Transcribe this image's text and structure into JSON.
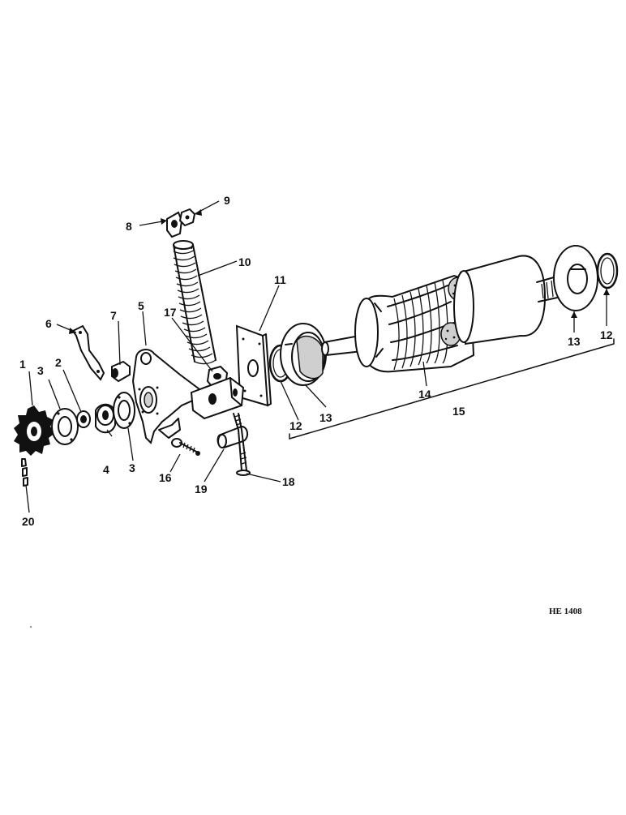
{
  "figure_code": "HE 1408",
  "callouts": [
    "1",
    "2",
    "3",
    "3",
    "4",
    "5",
    "6",
    "7",
    "8",
    "9",
    "10",
    "11",
    "12",
    "12",
    "13",
    "13",
    "14",
    "15",
    "16",
    "17",
    "18",
    "19",
    "20"
  ]
}
